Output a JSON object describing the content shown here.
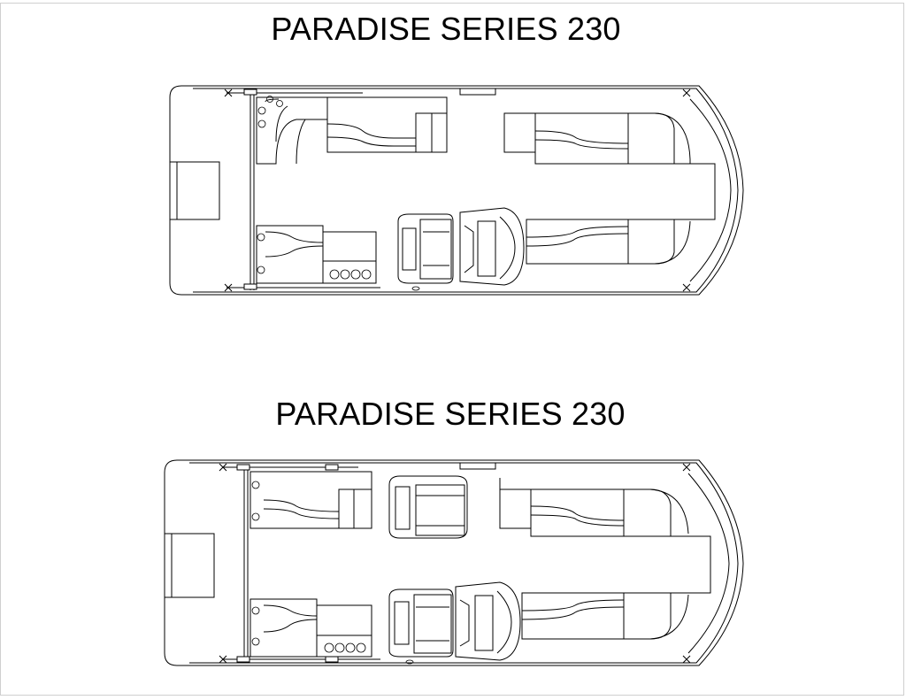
{
  "drawings": [
    {
      "title": "PARADISE SERIES 230",
      "layout": "single-helm-seat-with-bar"
    },
    {
      "title": "PARADISE SERIES 230",
      "layout": "helm-seat-plus-companion-seat"
    }
  ],
  "colors": {
    "line": "#000000",
    "background": "#ffffff",
    "frame": "#cfcfcf"
  }
}
